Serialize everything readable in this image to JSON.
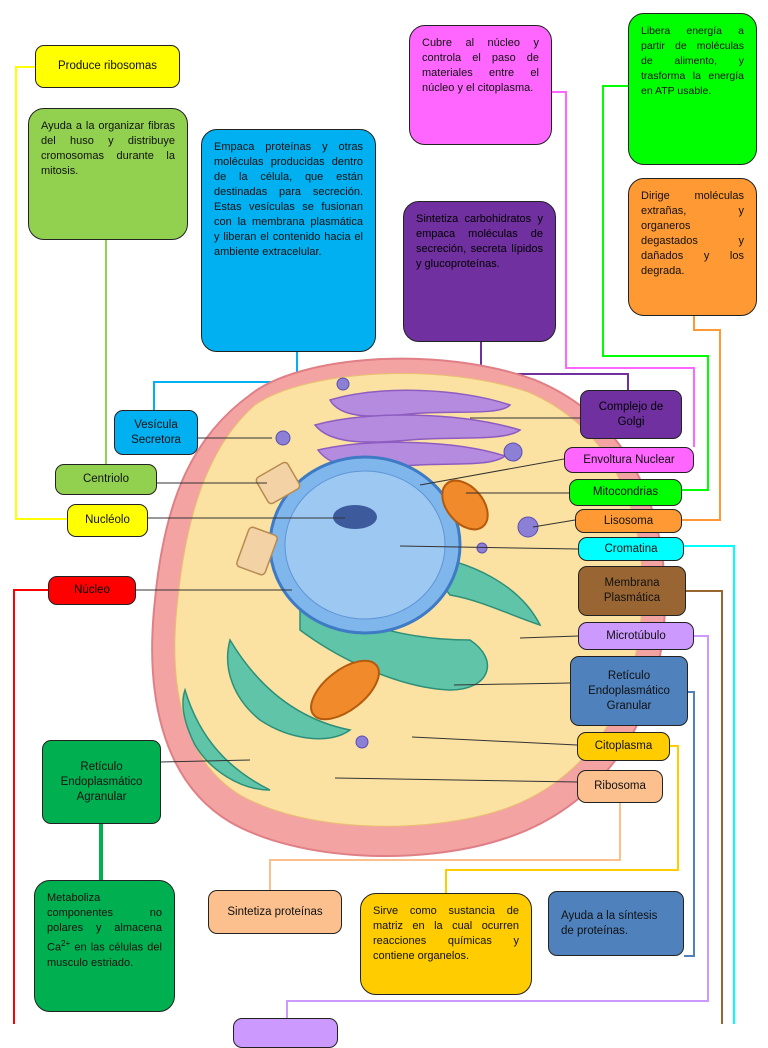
{
  "labels": {
    "produce_ribosomas": "Produce ribosomas",
    "centriolo_desc": "Ayuda a la organizar fibras del huso y distribuye cromosomas durante la mitosis.",
    "vesicula_desc": "Empaca proteínas y otras moléculas producidas dentro de la célula, que están destinadas para secreción. Estas vesículas se fusionan con la membrana plasmática y liberan el contenido hacia el ambiente extracelular.",
    "envoltura_desc": "Cubre al núcleo y controla el paso de materiales entre el núcleo y el citoplasma.",
    "mitocondria_desc": "Libera energía a partir de moléculas de alimento, y trasforma la energía en ATP usable.",
    "lisosoma_desc": "Dirige moléculas extrañas, y organeros degastados y dañados y los degrada.",
    "golgi_desc": "Sintetiza carbohidratos y empaca moléculas de secreción, secreta lípidos y glucoproteínas.",
    "vesicula_secretora": "Vesícula Secretora",
    "centriolo": "Centriolo",
    "nucleolo": "Nucléolo",
    "nucleo": "Núcleo",
    "complejo_golgi": "Complejo de Golgi",
    "envoltura_nuclear": "Envoltura Nuclear",
    "mitocondrias": "Mitocondrias",
    "lisosoma": "Lisosoma",
    "cromatina": "Cromatina",
    "membrana": "Membrana Plasmática",
    "microtubulo": "Microtúbulo",
    "reticulo_granular": "Retículo Endoplasmático Granular",
    "citoplasma": "Citoplasma",
    "ribosoma": "Ribosoma",
    "reticulo_agranular": "Retículo Endoplasmático Agranular",
    "agranular_desc_1": "Metaboliza componentes no polares y almacena Ca",
    "agranular_desc_sup": "2+",
    "agranular_desc_2": " en las células del musculo estriado.",
    "sintetiza_proteinas": "Sintetiza proteínas",
    "citoplasma_desc": "Sirve como sustancia de matriz en la cual ocurren reacciones químicas y contiene organelos.",
    "granular_desc": "Ayuda a la síntesis de proteínas."
  },
  "colors": {
    "yellow": "#ffff00",
    "light_green": "#92d050",
    "blue": "#00b0f0",
    "pink": "#ff66ff",
    "purple": "#7030a0",
    "green": "#00ff00",
    "orange": "#ff9933",
    "red": "#ff0000",
    "cyan": "#00ffff",
    "brown": "#996633",
    "lavender": "#cc99ff",
    "steel_blue": "#4f81bd",
    "gold": "#ffcc00",
    "peach": "#fbc08e",
    "dark_green": "#00b050"
  }
}
